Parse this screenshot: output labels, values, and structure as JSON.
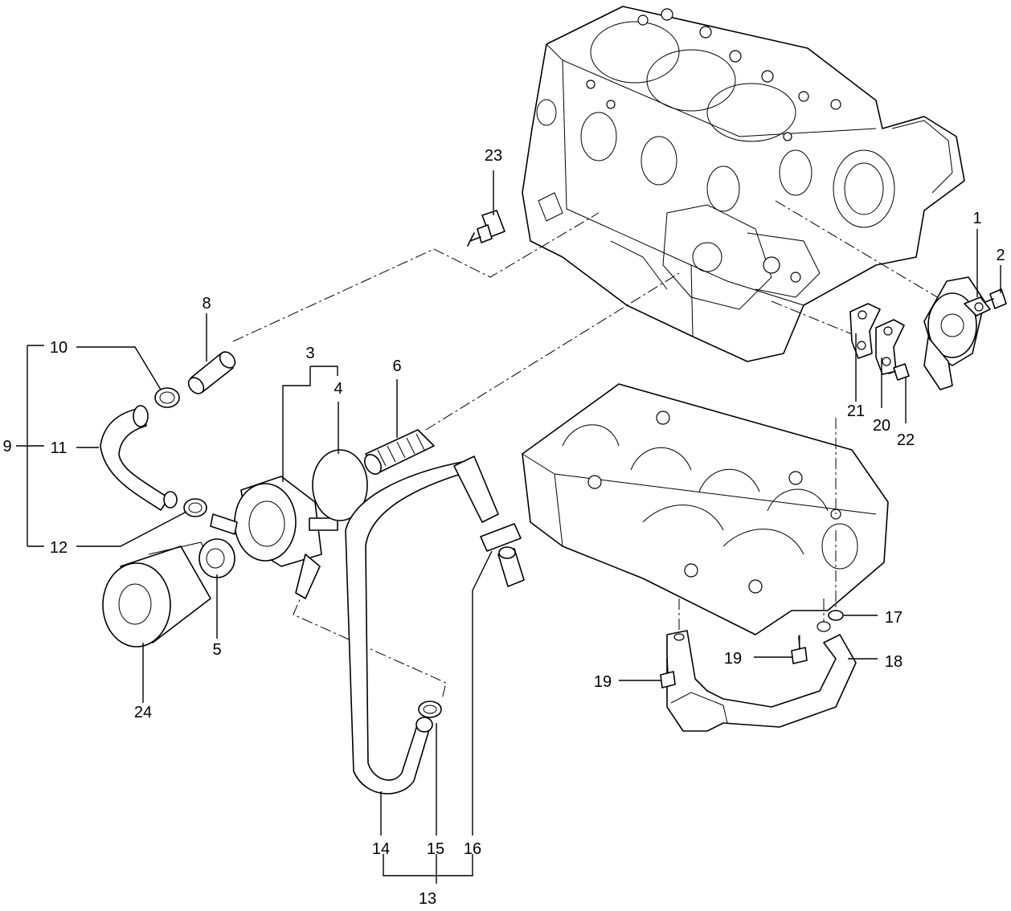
{
  "callouts": {
    "c1": "1",
    "c2": "2",
    "c3": "3",
    "c4": "4",
    "c5": "5",
    "c6": "6",
    "c8": "8",
    "c9": "9",
    "c10": "10",
    "c11": "11",
    "c12": "12",
    "c13": "13",
    "c14": "14",
    "c15": "15",
    "c16": "16",
    "c17": "17",
    "c18": "18",
    "c19a": "19",
    "c19b": "19",
    "c20": "20",
    "c21": "21",
    "c22": "22",
    "c23": "23",
    "c24": "24"
  }
}
